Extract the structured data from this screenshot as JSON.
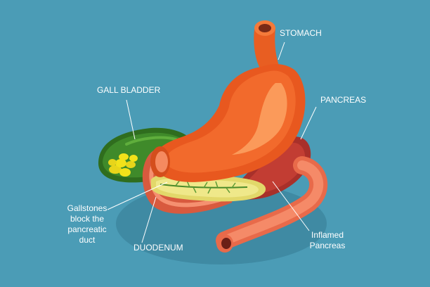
{
  "colors": {
    "background": "#4b9cb6",
    "stomach": "#f26a2c",
    "stomach_highlight": "#fb9a5a",
    "gall_bladder": "#3f8a2a",
    "gallstones": "#f2e21a",
    "pancreas_inflamed": "#b8342c",
    "pancreatic_tissue": "#e7e07a",
    "duodenum": "#f07a5a",
    "label_text": "#ffffff"
  },
  "labels": {
    "stomach": "STOMACH",
    "gall_bladder": "GALL BLADDER",
    "pancreas": "PANCREAS",
    "gallstones": "Gallstones\nblock the\npancreatic\nduct",
    "duodenum": "DUODENUM",
    "inflamed_pancreas": "Inflamed\nPancreas"
  }
}
